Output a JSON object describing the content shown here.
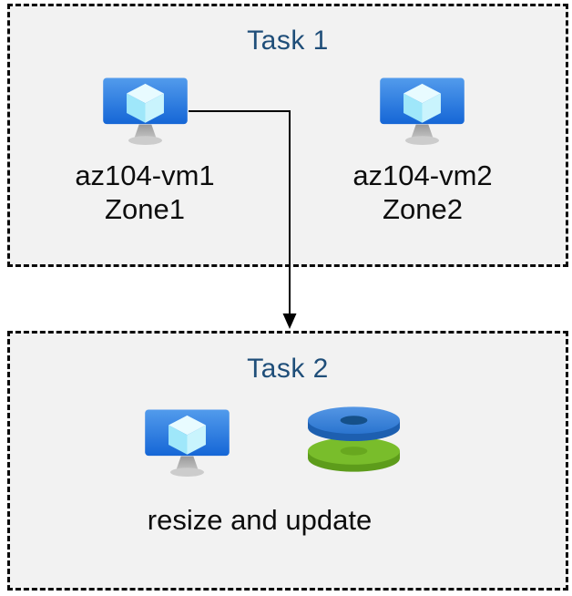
{
  "colors": {
    "title_navy": "#1f4e79",
    "box_background": "#f2f2f2",
    "border_black": "#0a0a0a",
    "vm_monitor_blue_top": "#4f99ea",
    "vm_monitor_blue_bottom": "#1a6ad8",
    "disk_blue": "#2e7ad4",
    "disk_blue_hole": "#155089",
    "disk_green": "#79bd2b",
    "disk_green_hole": "#68a81f"
  },
  "icons": {
    "vm": "azure-virtual-machine-icon",
    "disks": "azure-managed-disks-icon",
    "connector": "elbow-arrow-down"
  },
  "task1": {
    "title": "Task 1",
    "vms": [
      {
        "name": "az104-vm1",
        "zone": "Zone1"
      },
      {
        "name": "az104-vm2",
        "zone": "Zone2"
      }
    ]
  },
  "task2": {
    "title": "Task 2",
    "caption": "resize and update"
  }
}
